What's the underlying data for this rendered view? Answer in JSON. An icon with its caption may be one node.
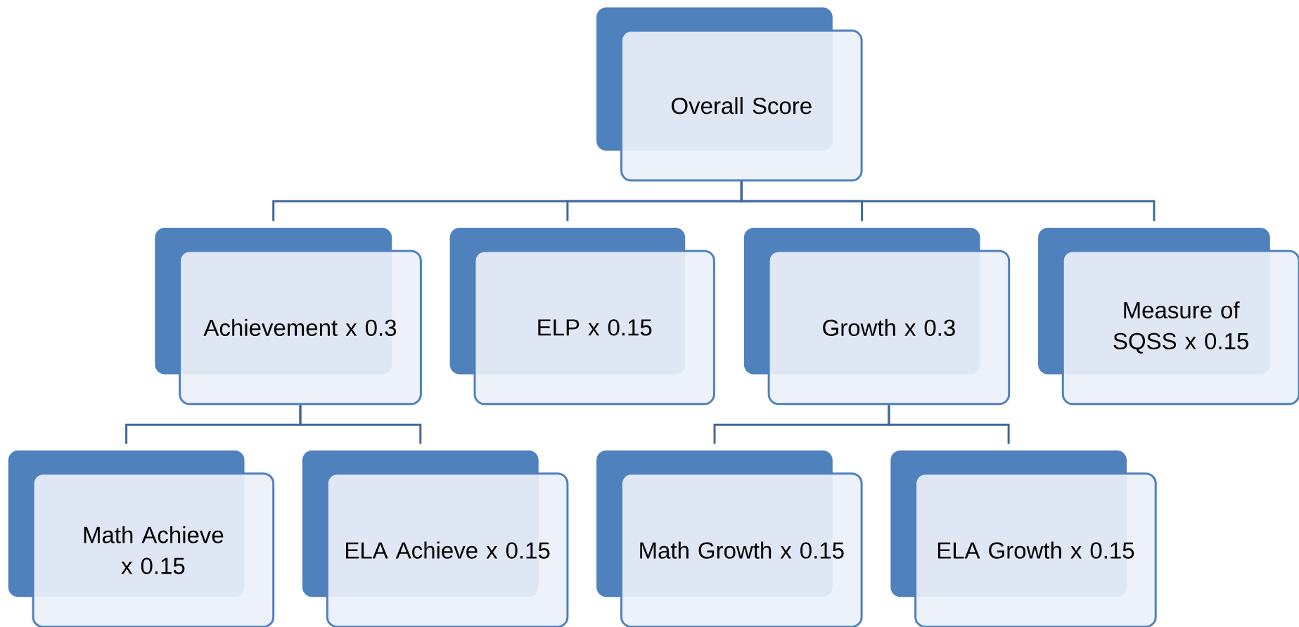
{
  "diagram": {
    "nodes": [
      {
        "text": [
          "Overall Score"
        ]
      },
      {
        "text": [
          "Achievement x 0.3"
        ]
      },
      {
        "text": [
          "ELP x 0.15"
        ]
      },
      {
        "text": [
          "Growth x 0.3"
        ]
      },
      {
        "text": [
          "Measure of SQSS x 0.15"
        ]
      },
      {
        "text": [
          "Math Achieve x 0.15"
        ]
      },
      {
        "text": [
          "ELA Achieve x 0.15"
        ]
      },
      {
        "text": [
          "Math Growth x 0.15"
        ]
      },
      {
        "text": [
          "ELA Growth x 0.15"
        ]
      }
    ],
    "edges": [
      {
        "from": 0,
        "to": 1,
        "arrow": "none"
      },
      {
        "from": 0,
        "to": 2,
        "arrow": "none"
      },
      {
        "from": 0,
        "to": 3,
        "arrow": "none"
      },
      {
        "from": 0,
        "to": 4,
        "arrow": "none"
      },
      {
        "from": 1,
        "to": 5,
        "arrow": "none"
      },
      {
        "from": 1,
        "to": 6,
        "arrow": "none"
      },
      {
        "from": 3,
        "to": 7,
        "arrow": "none"
      },
      {
        "from": 3,
        "to": 8,
        "arrow": "none"
      }
    ]
  }
}
